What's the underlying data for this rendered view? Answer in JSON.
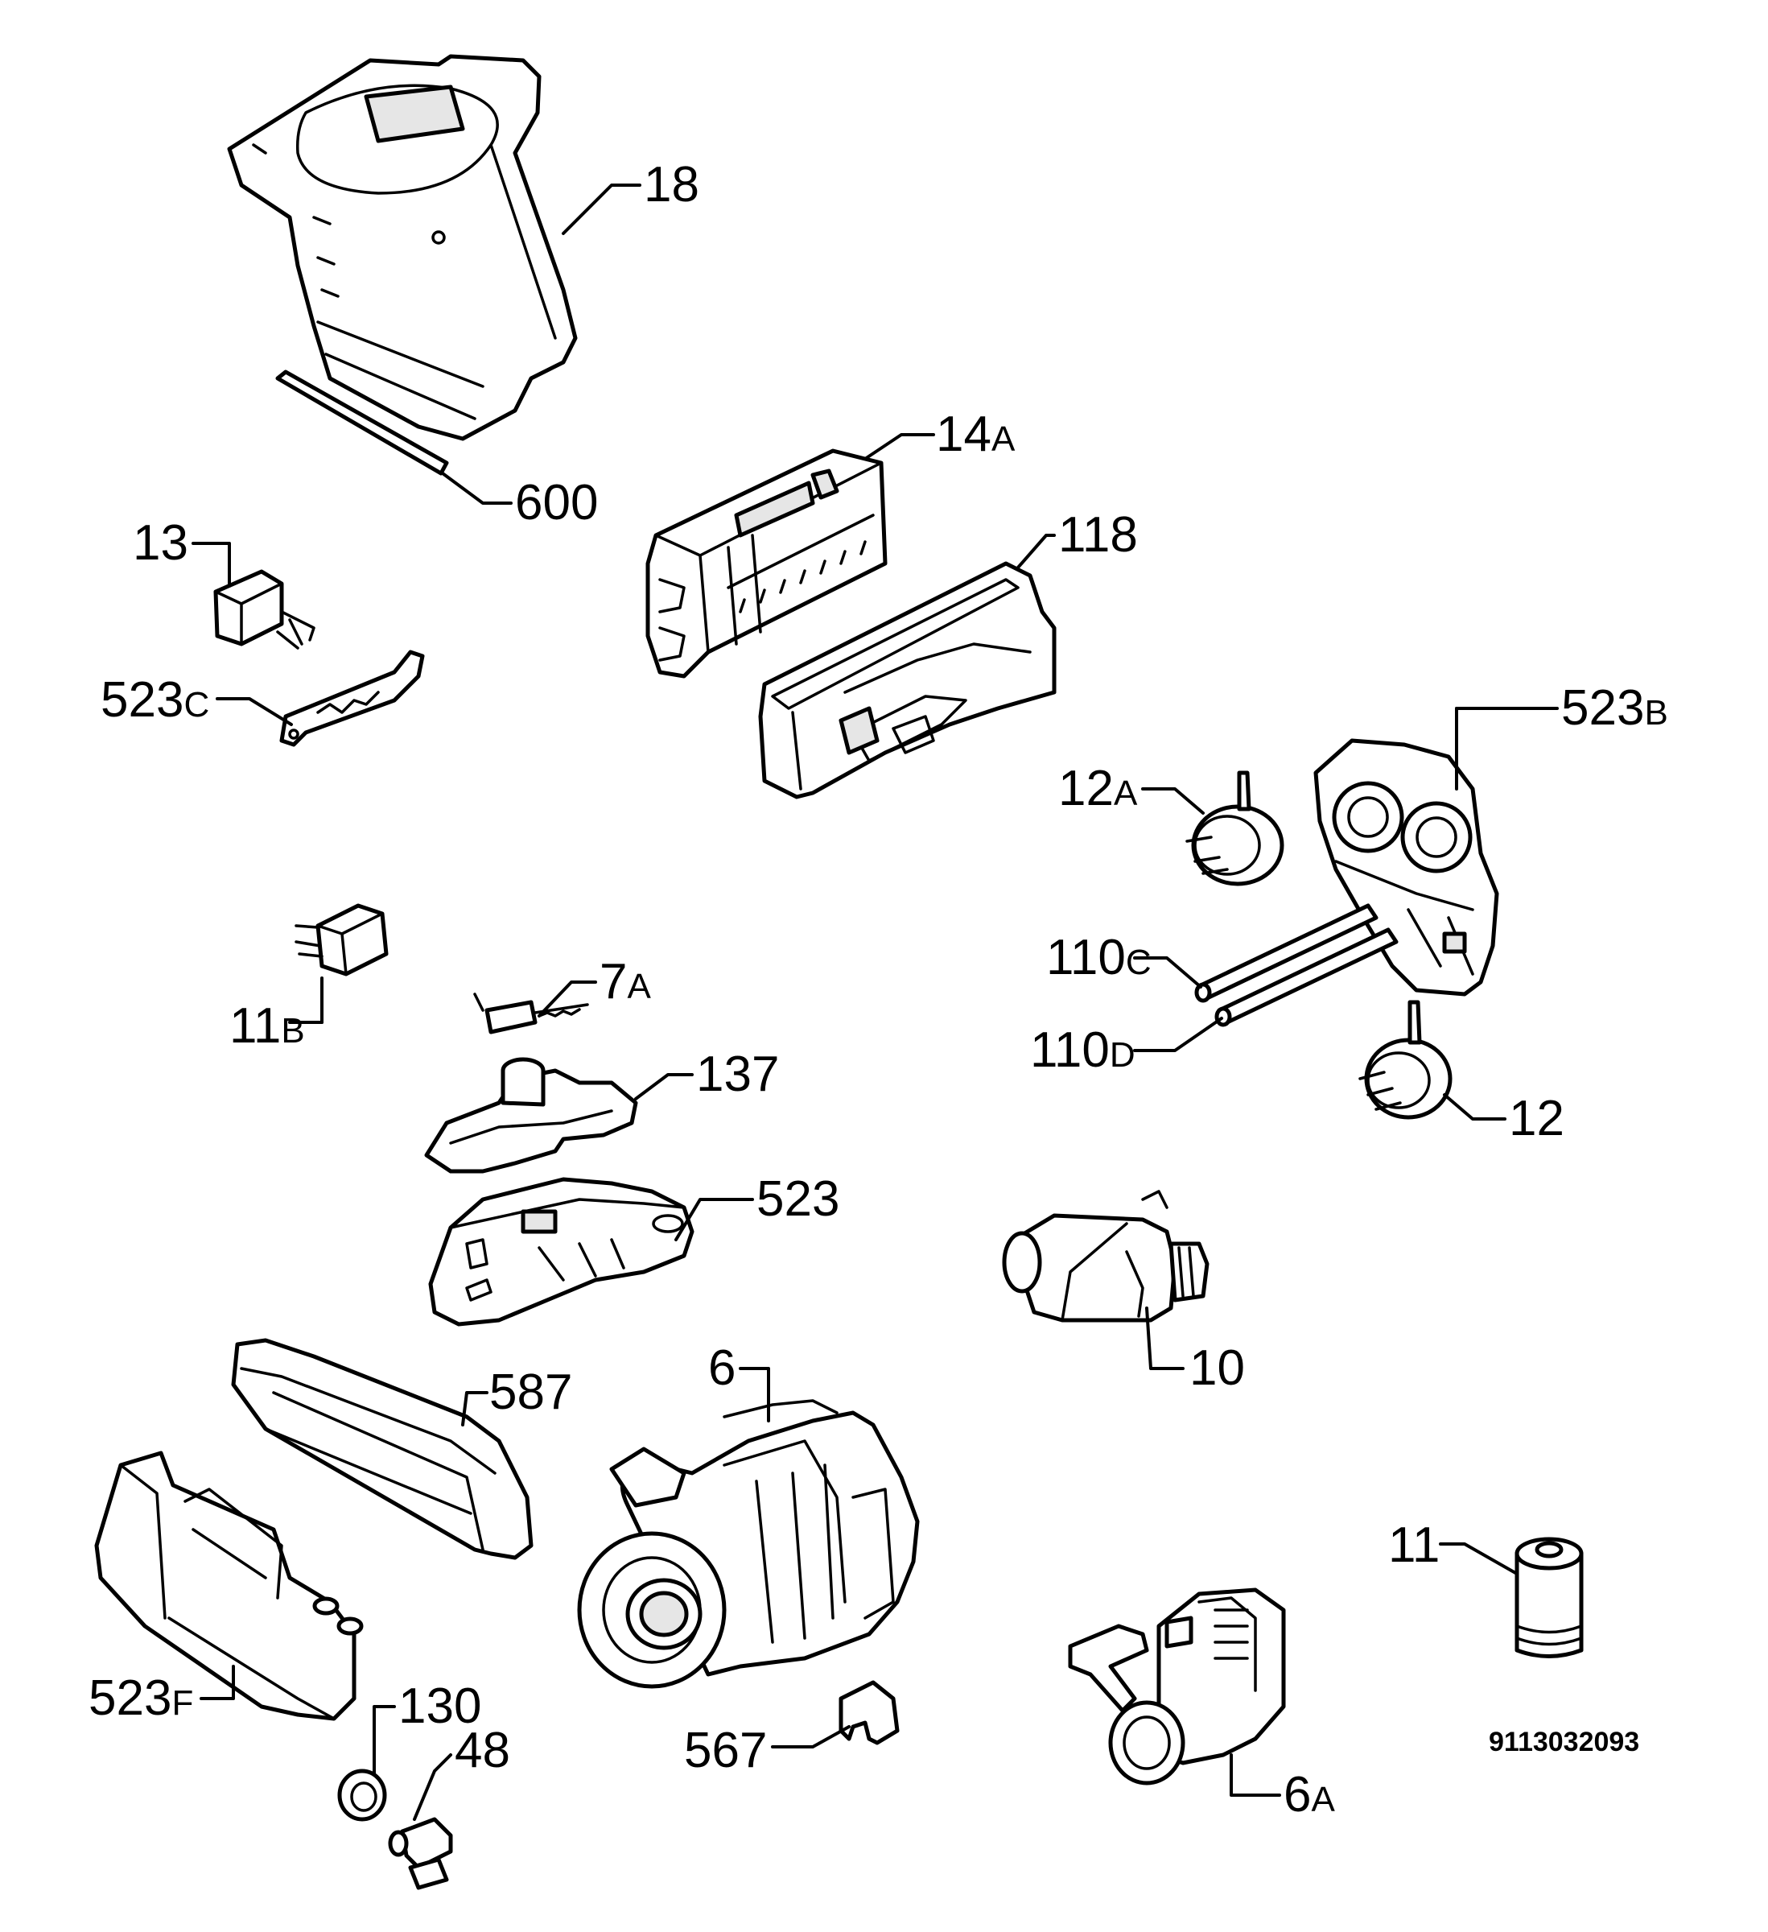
{
  "diagram": {
    "callouts": [
      {
        "num": "18",
        "sfx": ""
      },
      {
        "num": "600",
        "sfx": ""
      },
      {
        "num": "14",
        "sfx": "A"
      },
      {
        "num": "118",
        "sfx": ""
      },
      {
        "num": "13",
        "sfx": ""
      },
      {
        "num": "523",
        "sfx": "C"
      },
      {
        "num": "523",
        "sfx": "B"
      },
      {
        "num": "12",
        "sfx": "A"
      },
      {
        "num": "110",
        "sfx": "C"
      },
      {
        "num": "110",
        "sfx": "D"
      },
      {
        "num": "12",
        "sfx": ""
      },
      {
        "num": "11",
        "sfx": "B"
      },
      {
        "num": "7",
        "sfx": "A"
      },
      {
        "num": "137",
        "sfx": ""
      },
      {
        "num": "523",
        "sfx": ""
      },
      {
        "num": "10",
        "sfx": ""
      },
      {
        "num": "587",
        "sfx": ""
      },
      {
        "num": "6",
        "sfx": ""
      },
      {
        "num": "523",
        "sfx": "F"
      },
      {
        "num": "130",
        "sfx": ""
      },
      {
        "num": "48",
        "sfx": ""
      },
      {
        "num": "567",
        "sfx": ""
      },
      {
        "num": "11",
        "sfx": ""
      },
      {
        "num": "6",
        "sfx": "A"
      }
    ],
    "document_number": "9113032093"
  }
}
